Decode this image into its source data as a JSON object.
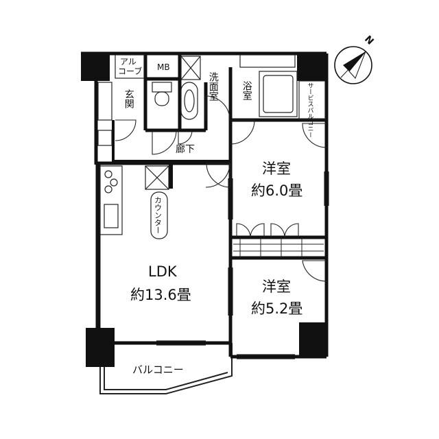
{
  "floorplan": {
    "compass_letter": "N",
    "rooms": {
      "ldk_name": "LDK",
      "ldk_size": "約13.6畳",
      "western1_name": "洋室",
      "western1_size": "約6.0畳",
      "western2_name": "洋室",
      "western2_size": "約5.2畳"
    },
    "labels": {
      "alcove_1": "アル",
      "alcove_2": "コーブ",
      "mb": "MB",
      "entrance": "玄関",
      "washroom": "洗面室",
      "bath": "浴室",
      "service_balcony": "サービスバルコニー",
      "hallway": "廊下",
      "counter": "カウンター",
      "balcony": "バルコニー"
    }
  }
}
